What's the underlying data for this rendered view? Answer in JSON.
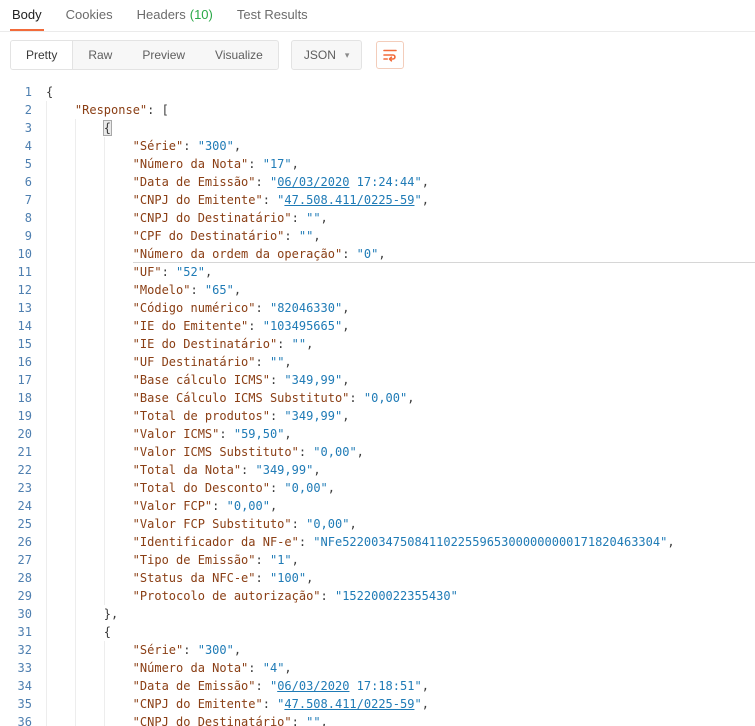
{
  "tabs": {
    "items": [
      {
        "label": "Body",
        "active": true
      },
      {
        "label": "Cookies",
        "active": false
      },
      {
        "label": "Headers",
        "count": "(10)",
        "active": false
      },
      {
        "label": "Test Results",
        "active": false
      }
    ]
  },
  "toolbar": {
    "views": [
      {
        "label": "Pretty",
        "active": true
      },
      {
        "label": "Raw",
        "active": false
      },
      {
        "label": "Preview",
        "active": false
      },
      {
        "label": "Visualize",
        "active": false
      }
    ],
    "language_select": {
      "value": "JSON",
      "caret": "▾"
    },
    "icons": {
      "wrap": "text-wrap-icon",
      "caret": "chevron-down-icon"
    }
  },
  "colors": {
    "accent": "#f26b3a",
    "headers_count_green": "#29a847",
    "json_key": "#8a3e14",
    "json_string": "#1f7bb6",
    "line_number": "#4e7fb0",
    "punctuation": "#3a3a3a"
  },
  "editor": {
    "lines": [
      {
        "n": 1,
        "i": 0,
        "p": "{"
      },
      {
        "n": 2,
        "i": 1,
        "k": "Response",
        "suf": ": ["
      },
      {
        "n": 3,
        "i": 2,
        "p": "{",
        "hl": true
      },
      {
        "n": 4,
        "i": 3,
        "k": "Série",
        "v": "300",
        "c": true
      },
      {
        "n": 5,
        "i": 3,
        "k": "Número da Nota",
        "v": "17",
        "c": true
      },
      {
        "n": 6,
        "i": 3,
        "k": "Data de Emissão",
        "v": "06/03/2020 17:24:44",
        "ul": 10,
        "c": true
      },
      {
        "n": 7,
        "i": 3,
        "k": "CNPJ do Emitente",
        "v": "47.508.411/0225-59",
        "ul": 18,
        "c": true
      },
      {
        "n": 8,
        "i": 3,
        "k": "CNPJ do Destinatário",
        "v": "",
        "c": true
      },
      {
        "n": 9,
        "i": 3,
        "k": "CPF do Destinatário",
        "v": "",
        "c": true
      },
      {
        "n": 10,
        "i": 3,
        "k": "Número da ordem da operação",
        "v": "0",
        "c": true,
        "rule": true
      },
      {
        "n": 11,
        "i": 3,
        "k": "UF",
        "v": "52",
        "c": true
      },
      {
        "n": 12,
        "i": 3,
        "k": "Modelo",
        "v": "65",
        "c": true
      },
      {
        "n": 13,
        "i": 3,
        "k": "Código numérico",
        "v": "82046330",
        "c": true
      },
      {
        "n": 14,
        "i": 3,
        "k": "IE do Emitente",
        "v": "103495665",
        "c": true
      },
      {
        "n": 15,
        "i": 3,
        "k": "IE do Destinatário",
        "v": "",
        "c": true
      },
      {
        "n": 16,
        "i": 3,
        "k": "UF Destinatário",
        "v": "",
        "c": true
      },
      {
        "n": 17,
        "i": 3,
        "k": "Base cálculo ICMS",
        "v": "349,99",
        "c": true
      },
      {
        "n": 18,
        "i": 3,
        "k": "Base Cálculo ICMS Substituto",
        "v": "0,00",
        "c": true
      },
      {
        "n": 19,
        "i": 3,
        "k": "Total de produtos",
        "v": "349,99",
        "c": true
      },
      {
        "n": 20,
        "i": 3,
        "k": "Valor ICMS",
        "v": "59,50",
        "c": true
      },
      {
        "n": 21,
        "i": 3,
        "k": "Valor ICMS Substituto",
        "v": "0,00",
        "c": true
      },
      {
        "n": 22,
        "i": 3,
        "k": "Total da Nota",
        "v": "349,99",
        "c": true
      },
      {
        "n": 23,
        "i": 3,
        "k": "Total do Desconto",
        "v": "0,00",
        "c": true
      },
      {
        "n": 24,
        "i": 3,
        "k": "Valor FCP",
        "v": "0,00",
        "c": true
      },
      {
        "n": 25,
        "i": 3,
        "k": "Valor FCP Substituto",
        "v": "0,00",
        "c": true
      },
      {
        "n": 26,
        "i": 3,
        "k": "Identificador da NF-e",
        "v": "NFe52200347508411022559653000000000171820463304",
        "c": true
      },
      {
        "n": 27,
        "i": 3,
        "k": "Tipo de Emissão",
        "v": "1",
        "c": true
      },
      {
        "n": 28,
        "i": 3,
        "k": "Status da NFC-e",
        "v": "100",
        "c": true
      },
      {
        "n": 29,
        "i": 3,
        "k": "Protocolo de autorização",
        "v": "152200022355430"
      },
      {
        "n": 30,
        "i": 2,
        "p": "},"
      },
      {
        "n": 31,
        "i": 2,
        "p": "{"
      },
      {
        "n": 32,
        "i": 3,
        "k": "Série",
        "v": "300",
        "c": true
      },
      {
        "n": 33,
        "i": 3,
        "k": "Número da Nota",
        "v": "4",
        "c": true
      },
      {
        "n": 34,
        "i": 3,
        "k": "Data de Emissão",
        "v": "06/03/2020 17:18:51",
        "ul": 10,
        "c": true
      },
      {
        "n": 35,
        "i": 3,
        "k": "CNPJ do Emitente",
        "v": "47.508.411/0225-59",
        "ul": 18,
        "c": true
      },
      {
        "n": 36,
        "i": 3,
        "k": "CNPJ do Destinatário",
        "v": "",
        "c": true
      }
    ]
  }
}
